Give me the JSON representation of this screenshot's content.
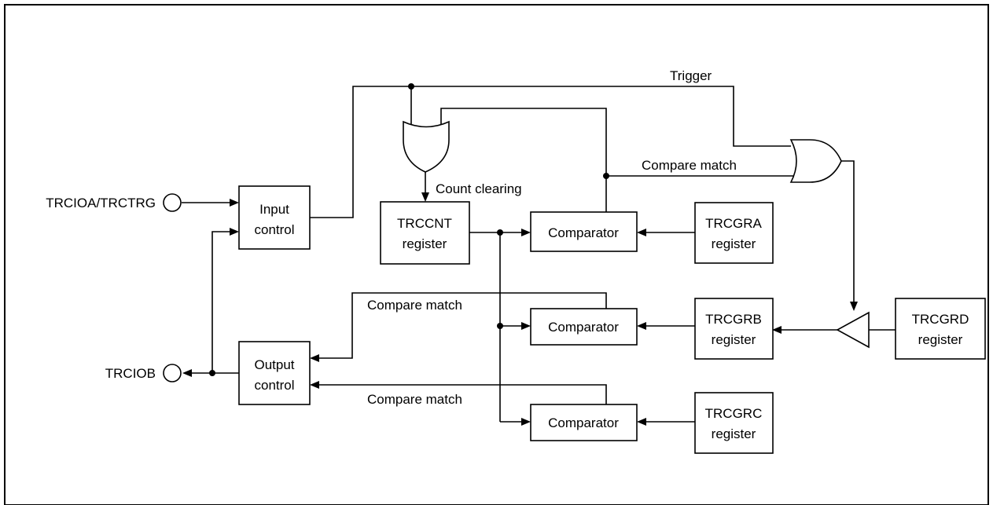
{
  "blocks": {
    "input_control": [
      "Input",
      "control"
    ],
    "output_control": [
      "Output",
      "control"
    ],
    "trccnt": [
      "TRCCNT",
      "register"
    ],
    "comparator_a": "Comparator",
    "comparator_b": "Comparator",
    "comparator_c": "Comparator",
    "trcgra": [
      "TRCGRA",
      "register"
    ],
    "trcgrb": [
      "TRCGRB",
      "register"
    ],
    "trcgrc": [
      "TRCGRC",
      "register"
    ],
    "trcgrd": [
      "TRCGRD",
      "register"
    ]
  },
  "pins": {
    "trcioa": "TRCIOA/TRCTRG",
    "trciob": "TRCIOB"
  },
  "signals": {
    "trigger": "Trigger",
    "count_clearing": "Count clearing",
    "compare_match_a": "Compare match",
    "compare_match_b": "Compare match",
    "compare_match_c": "Compare match"
  }
}
